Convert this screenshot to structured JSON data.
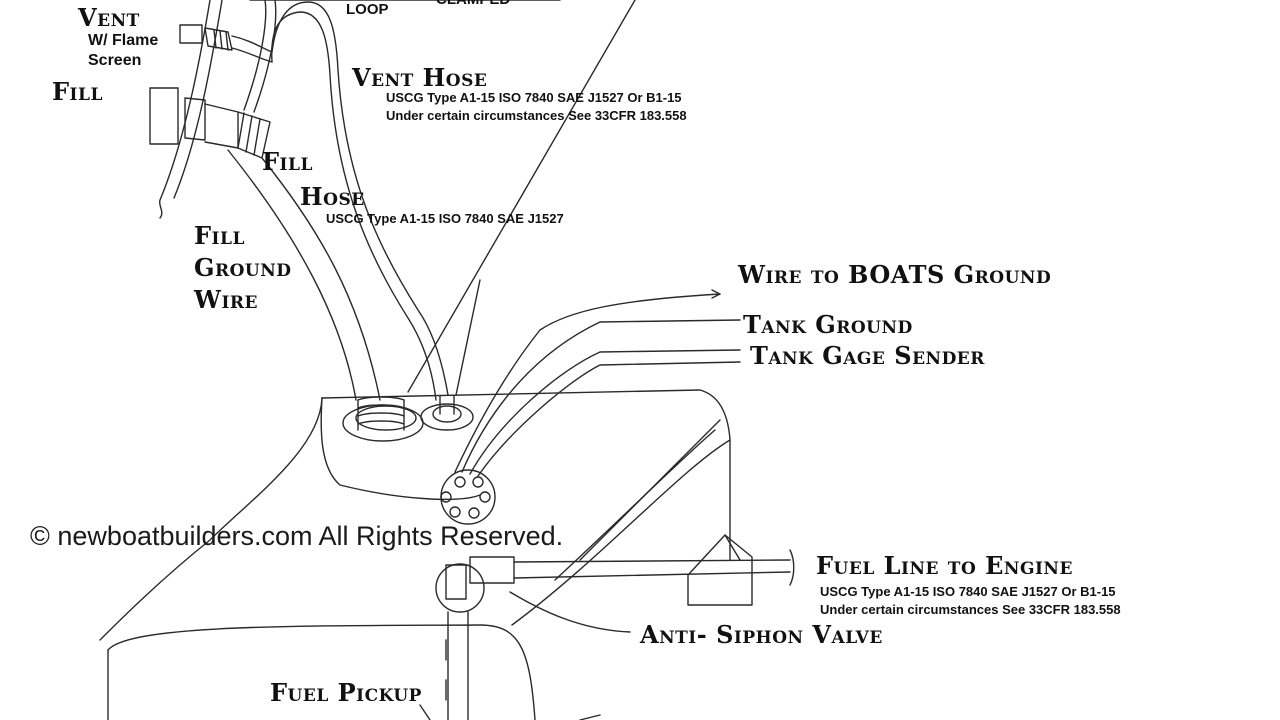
{
  "labels": {
    "loop": "LOOP",
    "clamped": "CLAMPED",
    "vent": "Vent",
    "vent_sub1": "W/ Flame",
    "vent_sub2": "Screen",
    "fill": "Fill",
    "vent_hose": "Vent Hose",
    "vent_hose_spec1": "USCG Type A1-15 ISO 7840 SAE J1527 Or B1-15",
    "vent_hose_spec2": "Under certain circumstances See 33CFR 183.558",
    "fill_hose_1": "Fill",
    "fill_hose_2": "Hose",
    "fill_hose_spec": "USCG Type A1-15   ISO 7840     SAE J1527",
    "fill_ground_1": "Fill",
    "fill_ground_2": "Ground",
    "fill_ground_3": "Wire",
    "wire_to_boats_ground": "Wire to BOATS Ground",
    "tank_ground": "Tank Ground",
    "tank_gage_sender": "Tank Gage Sender",
    "fuel_line": "Fuel Line to Engine",
    "fuel_line_spec1": "USCG Type A1-15 ISO 7840 SAE J1527 Or B1-15",
    "fuel_line_spec2": "Under certain circumstances See 33CFR 183.558",
    "anti_siphon": "Anti- Siphon Valve",
    "fuel_pickup": "Fuel Pickup",
    "copyright": "© newboatbuilders.com    All Rights Reserved."
  },
  "colors": {
    "ink": "#111111",
    "line": "#2a2a2a"
  }
}
